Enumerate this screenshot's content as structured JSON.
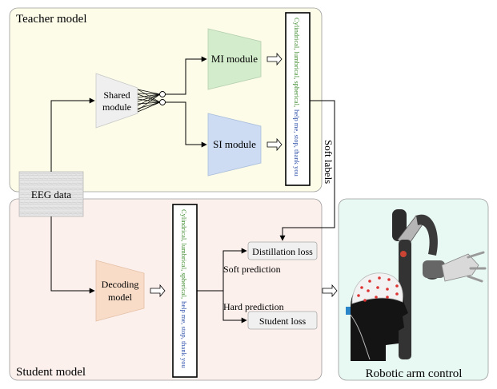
{
  "teacher_panel": {
    "title": "Teacher model"
  },
  "student_panel": {
    "title": "Student model"
  },
  "robot_panel": {
    "caption": "Robotic arm control"
  },
  "modules": {
    "shared": [
      "Shared",
      "module"
    ],
    "mi": "MI module",
    "si": "SI module",
    "decoding": [
      "Decoding",
      "model"
    ],
    "eeg": "EEG data",
    "distillation_loss": "Distillation loss",
    "student_loss": "Student loss"
  },
  "labels": {
    "soft_labels": "Soft labels",
    "soft_prediction": "Soft prediction",
    "hard_prediction": "Hard prediction"
  },
  "output_classes": {
    "green_part": "Cylindrical, lumbrical, spherical,",
    "blue_part": "help me, stop, thank you"
  },
  "colors": {
    "teacher_bg": "#fcfce8",
    "student_bg": "#fcf0ec",
    "robot_bg": "#e8f8f2",
    "mi_fill": "#d3eccc",
    "si_fill": "#cddcf3",
    "shared_fill": "#efefef",
    "decoding_fill": "#f8dcc8",
    "green_text": "#3d8a2c",
    "blue_text": "#2d4fa8"
  }
}
